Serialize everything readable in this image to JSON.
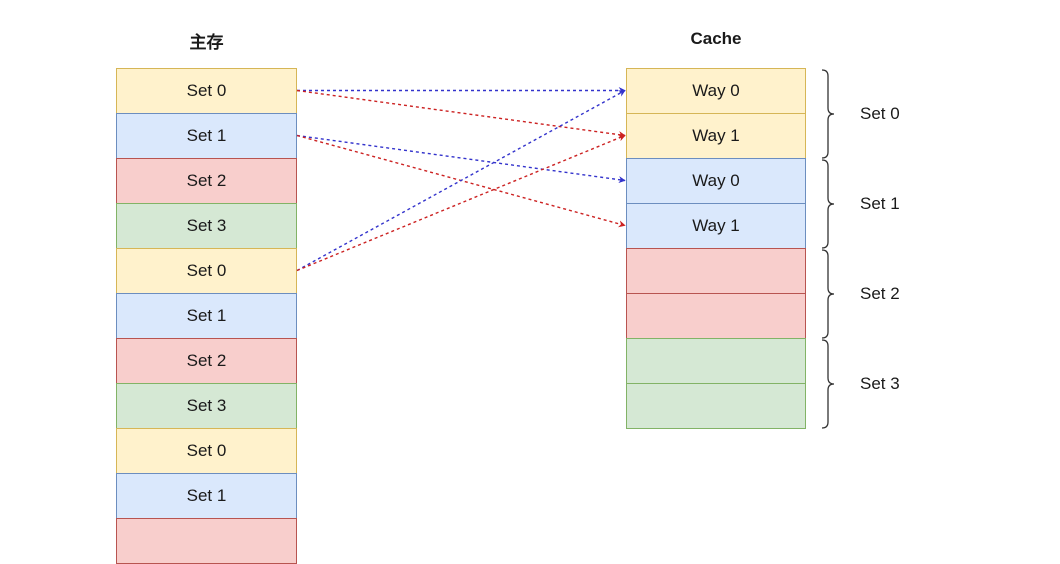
{
  "main_memory": {
    "title": "主存",
    "blocks": [
      {
        "label": "Set 0",
        "color": "#fff2cc"
      },
      {
        "label": "Set 1",
        "color": "#dae8fc"
      },
      {
        "label": "Set 2",
        "color": "#f8cecc"
      },
      {
        "label": "Set 3",
        "color": "#d5e8d4"
      },
      {
        "label": "Set 0",
        "color": "#fff2cc"
      },
      {
        "label": "Set 1",
        "color": "#dae8fc"
      },
      {
        "label": "Set 2",
        "color": "#f8cecc"
      },
      {
        "label": "Set 3",
        "color": "#d5e8d4"
      },
      {
        "label": "Set 0",
        "color": "#fff2cc"
      },
      {
        "label": "Set 1",
        "color": "#dae8fc"
      },
      {
        "label": "",
        "color": "#f8cecc"
      }
    ]
  },
  "cache": {
    "title": "Cache",
    "lines": [
      {
        "label": "Way 0",
        "color": "#fff2cc"
      },
      {
        "label": "Way 1",
        "color": "#fff2cc"
      },
      {
        "label": "Way 0",
        "color": "#dae8fc"
      },
      {
        "label": "Way 1",
        "color": "#dae8fc"
      },
      {
        "label": "",
        "color": "#f8cecc"
      },
      {
        "label": "",
        "color": "#f8cecc"
      },
      {
        "label": "",
        "color": "#d5e8d4"
      },
      {
        "label": "",
        "color": "#d5e8d4"
      }
    ],
    "sets": [
      {
        "label": "Set 0"
      },
      {
        "label": "Set 1"
      },
      {
        "label": "Set 2"
      },
      {
        "label": "Set 3"
      }
    ]
  },
  "mappings": [
    {
      "from_block": 0,
      "to_line": 0,
      "color": "#3333cc"
    },
    {
      "from_block": 0,
      "to_line": 1,
      "color": "#cc2222"
    },
    {
      "from_block": 1,
      "to_line": 2,
      "color": "#3333cc"
    },
    {
      "from_block": 1,
      "to_line": 3,
      "color": "#cc2222"
    },
    {
      "from_block": 4,
      "to_line": 0,
      "color": "#3333cc"
    },
    {
      "from_block": 4,
      "to_line": 1,
      "color": "#cc2222"
    }
  ]
}
